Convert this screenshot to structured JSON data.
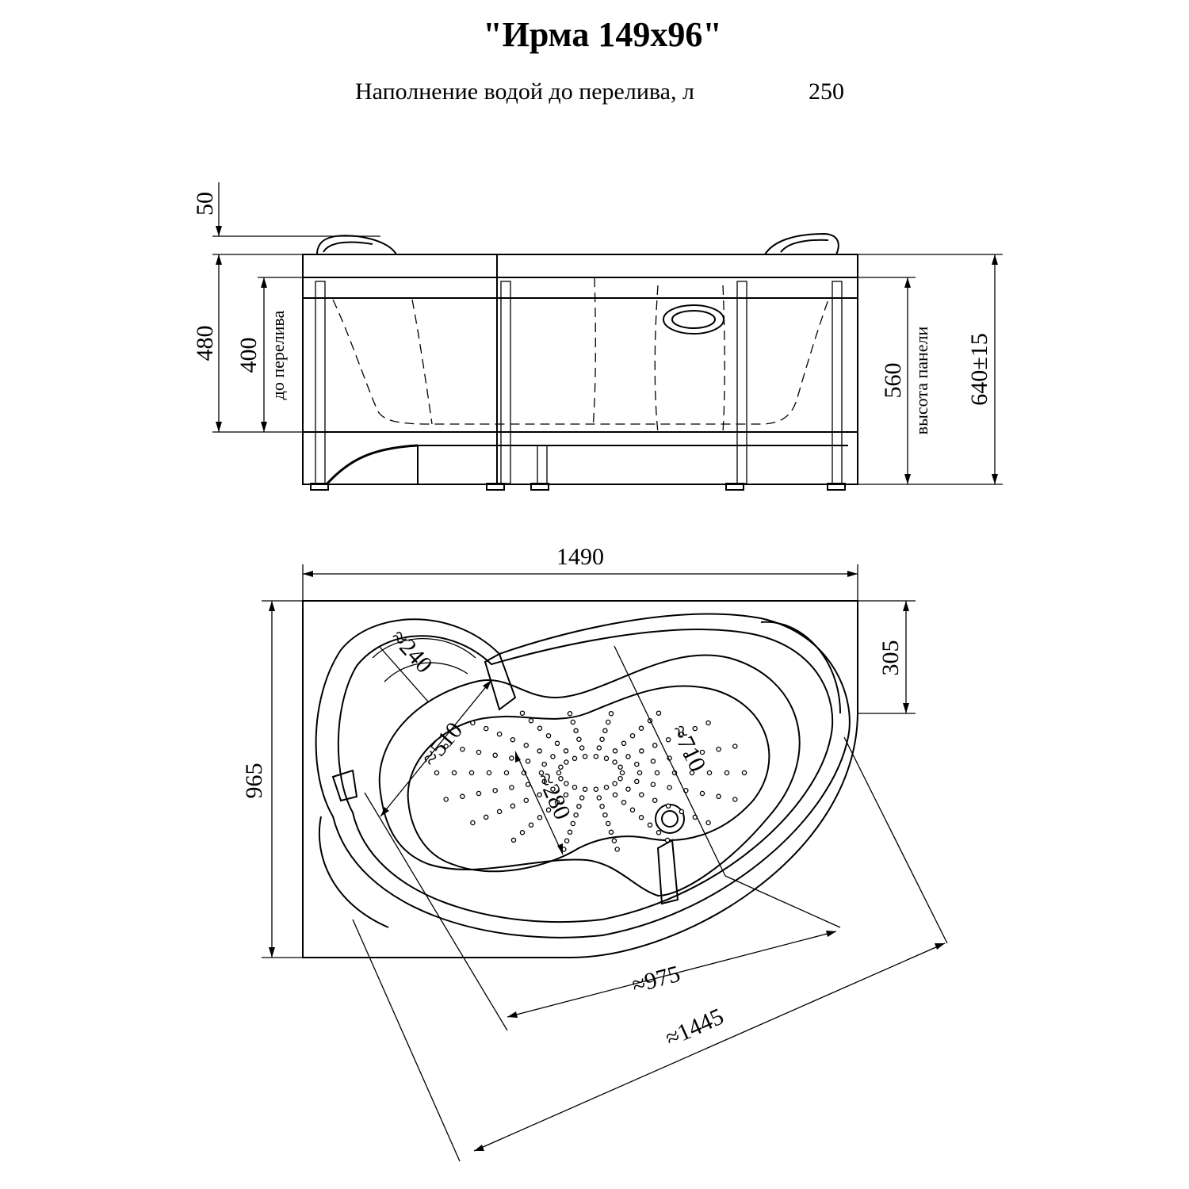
{
  "title": "\"Ирма 149х96\"",
  "subtitle": {
    "label": "Наполнение водой до перелива, л",
    "value": "250"
  },
  "side_view": {
    "dims": {
      "top_rim": "50",
      "depth": "480",
      "overflow": "400",
      "overflow_label": "до перелива",
      "panel": "560",
      "panel_label": "высота панели",
      "total": "640±15"
    }
  },
  "top_view": {
    "dims": {
      "length": "1490",
      "width": "965",
      "corner": "305",
      "headrest": "≈240",
      "inner_width": "≈510",
      "inner_length": "≈710",
      "bottom_width": "≈280",
      "diag_inner": "≈975",
      "diag_outer": "≈1445"
    }
  }
}
